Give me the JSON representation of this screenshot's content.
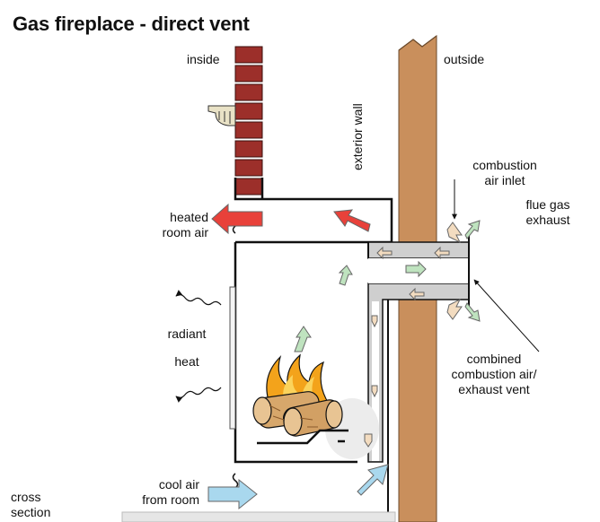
{
  "title": "Gas fireplace - direct vent",
  "labels": {
    "inside": "inside",
    "outside": "outside",
    "exterior_wall": "exterior wall",
    "combustion_air_inlet": [
      "combustion",
      "air inlet"
    ],
    "flue_gas_exhaust": [
      "flue gas",
      "exhaust"
    ],
    "heated_room_air": [
      "heated",
      "room air"
    ],
    "radiant_heat": [
      "radiant",
      "heat"
    ],
    "combined_vent": [
      "combined",
      "combustion air/",
      "exhaust vent"
    ],
    "cool_air": [
      "cool air",
      "from room"
    ],
    "cross_section": [
      "cross",
      "section"
    ]
  },
  "colors": {
    "brick": "#9c2f2a",
    "wall_wood": "#c98f5c",
    "hot_arrow": "#e8413a",
    "cool_arrow": "#a9d8ee",
    "exhaust_arrow": "#bfe3bf",
    "inlet_arrow": "#f3dcc0",
    "flame": "#f3a31b",
    "log": "#d7a76b",
    "vent_gray": "#a7a7a7"
  }
}
